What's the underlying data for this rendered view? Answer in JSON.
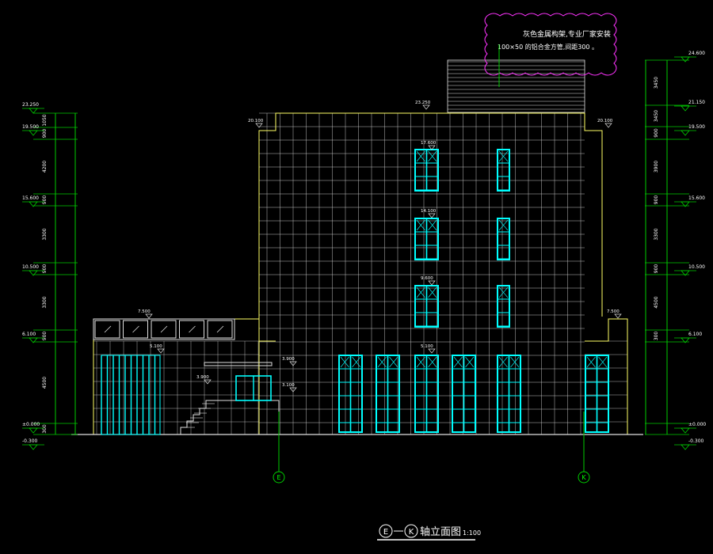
{
  "drawing": {
    "title": "轴立面图",
    "axis_start": "E",
    "axis_end": "K",
    "scale": "1:100",
    "note_line1": "灰色金属构架,专业厂家安装",
    "note_line2": "100×50  的铝合金方管,间距300 。",
    "axis_markers": [
      "E",
      "K"
    ]
  },
  "left_elevations": [
    "23.250",
    "19.500",
    "15.600",
    "10.500",
    "6.100",
    "±0.000",
    "-0.300"
  ],
  "right_elevations": [
    "24.600",
    "21.150",
    "19.500",
    "15.600",
    "10.500",
    "6.100",
    "±0.000",
    "-0.300"
  ],
  "left_dims": [
    "1050",
    "900",
    "4200",
    "900",
    "3300",
    "900",
    "3300",
    "900",
    "4500",
    "300"
  ],
  "right_dims": [
    "3450",
    "3450",
    "900",
    "3900",
    "900",
    "3300",
    "900",
    "4500",
    "300"
  ],
  "inner_elevations": [
    "23.250",
    "20.100",
    "20.100",
    "17.600",
    "14.100",
    "9.600",
    "5.100",
    "7.500",
    "7.500",
    "5.100",
    "3.900",
    "3.900",
    "3.100"
  ],
  "colors": {
    "dim_line": "#00cc00",
    "facade": "#e0e0e0",
    "outline": "#ffff66",
    "window": "#00ffff",
    "cloud": "#ff33ff",
    "text": "#ffffff"
  }
}
